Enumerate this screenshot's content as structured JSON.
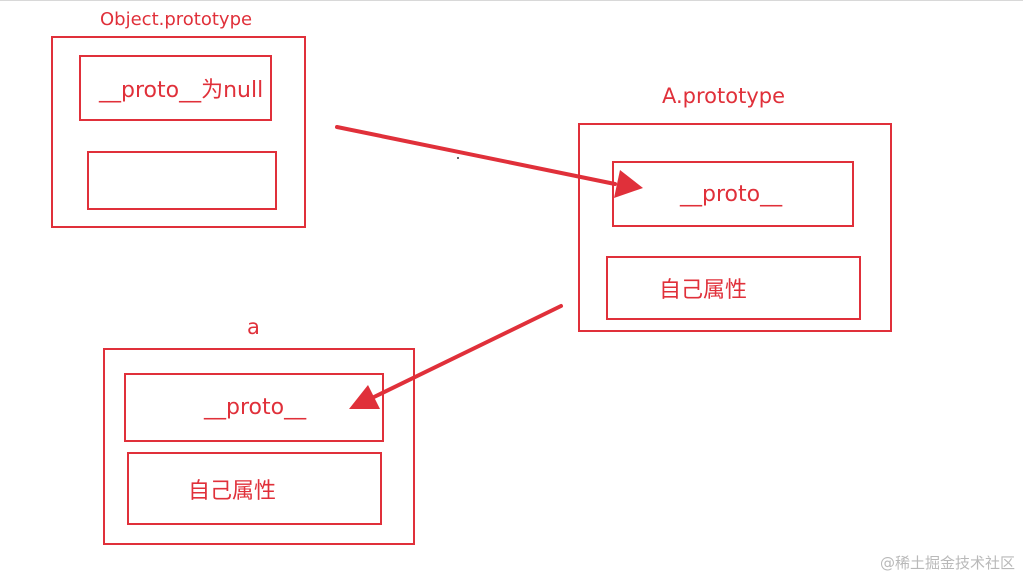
{
  "colors": {
    "diagram": "#e0303a",
    "watermark": "#b9b9b9"
  },
  "object_prototype": {
    "title": "Object.prototype",
    "proto_label": "__proto__为null",
    "empty_slot": ""
  },
  "a_prototype": {
    "title": "A.prototype",
    "proto_label": "__proto__",
    "own_props_label": "自己属性"
  },
  "instance_a": {
    "title": "a",
    "proto_label": "__proto__",
    "own_props_label": "自己属性"
  },
  "watermark": "@稀土掘金技术社区"
}
